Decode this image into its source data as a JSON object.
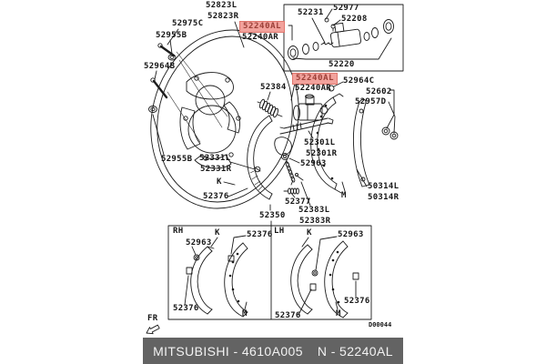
{
  "theme": {
    "bg": "#ffffff",
    "line": "#1c1c1c",
    "label-color": "#161616",
    "highlight-bg": "#f2a29c",
    "highlight-border": "#e0776e",
    "highlight-text": "#9c4038",
    "footer-bg": "#636363",
    "footer-text": "#f2f2f2"
  },
  "footer": {
    "left": "MITSUBISHI - 4610A005",
    "right": "N - 52240AL",
    "brand": "MITSUBISHI",
    "catalog_number": "4610A005",
    "selected_part": "52240AL"
  },
  "drawing_number": "D00044",
  "front_marker": "FR",
  "section_labels": {
    "right_hand": "RH",
    "left_hand": "LH"
  },
  "callouts": [
    {
      "text": "52823L",
      "highlight": false
    },
    {
      "text": "52823R",
      "highlight": false
    },
    {
      "text": "52975C",
      "highlight": false
    },
    {
      "text": "52955B",
      "highlight": false
    },
    {
      "text": "52964B",
      "highlight": false
    },
    {
      "text": "52240AL",
      "highlight": true
    },
    {
      "text": "52240AR",
      "highlight": false
    },
    {
      "text": "52231",
      "highlight": false
    },
    {
      "text": "52977",
      "highlight": false
    },
    {
      "text": "52208",
      "highlight": false
    },
    {
      "text": "52220",
      "highlight": false
    },
    {
      "text": "52240AL",
      "highlight": true
    },
    {
      "text": "52240AR",
      "highlight": false
    },
    {
      "text": "52964C",
      "highlight": false
    },
    {
      "text": "52602",
      "highlight": false
    },
    {
      "text": "52957D",
      "highlight": false
    },
    {
      "text": "52384",
      "highlight": false
    },
    {
      "text": "52301L",
      "highlight": false
    },
    {
      "text": "52301R",
      "highlight": false
    },
    {
      "text": "52963",
      "highlight": false
    },
    {
      "text": "52955B",
      "highlight": false
    },
    {
      "text": "52331L",
      "highlight": false
    },
    {
      "text": "52331R",
      "highlight": false
    },
    {
      "text": "K",
      "highlight": false
    },
    {
      "text": "52376",
      "highlight": false
    },
    {
      "text": "52377",
      "highlight": false
    },
    {
      "text": "52350",
      "highlight": false
    },
    {
      "text": "52383L",
      "highlight": false
    },
    {
      "text": "52383R",
      "highlight": false
    },
    {
      "text": "M",
      "highlight": false
    },
    {
      "text": "50314L",
      "highlight": false
    },
    {
      "text": "50314R",
      "highlight": false
    },
    {
      "text": "RH",
      "highlight": false
    },
    {
      "text": "52963",
      "highlight": false
    },
    {
      "text": "K",
      "highlight": false
    },
    {
      "text": "52376",
      "highlight": false
    },
    {
      "text": "52376",
      "highlight": false
    },
    {
      "text": "M",
      "highlight": false
    },
    {
      "text": "LH",
      "highlight": false
    },
    {
      "text": "K",
      "highlight": false
    },
    {
      "text": "52963",
      "highlight": false
    },
    {
      "text": "52376",
      "highlight": false
    },
    {
      "text": "52376",
      "highlight": false
    },
    {
      "text": "M",
      "highlight": false
    },
    {
      "text": "D00044",
      "highlight": false
    },
    {
      "text": "FR",
      "highlight": false
    }
  ]
}
